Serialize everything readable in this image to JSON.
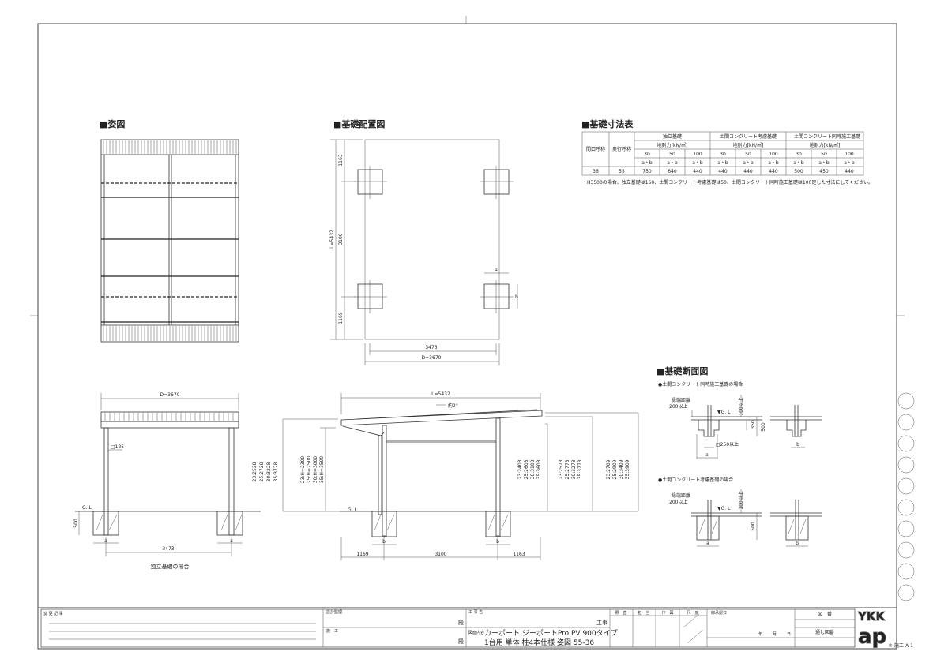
{
  "elevation_view": {
    "title": "■姿図"
  },
  "layout_view": {
    "title": "■基礎配置図",
    "dims": {
      "top": "1163",
      "mid": "3100",
      "bottom": "1169",
      "length": "L=5432",
      "inner_width": "3473",
      "depth": "D=3670",
      "a": "a",
      "b": "b"
    }
  },
  "dimension_table": {
    "title": "■基礎寸法表",
    "col_frontage": "間口呼称",
    "col_depth": "奥行呼称",
    "groups": [
      {
        "name": "独立基礎",
        "sub": "地耐力[kN/㎡]"
      },
      {
        "name": "土間コンクリート考慮基礎",
        "sub": "地耐力[kN/㎡]"
      },
      {
        "name": "土間コンクリート同時施工基礎",
        "sub": "地耐力[kN/㎡]"
      }
    ],
    "bearing": [
      "30",
      "50",
      "100",
      "30",
      "50",
      "100",
      "30",
      "50",
      "100"
    ],
    "ab_label": "a・b",
    "row": {
      "frontage": "36",
      "depth": "55",
      "values": [
        "750",
        "640",
        "440",
        "440",
        "440",
        "440",
        "500",
        "450",
        "440"
      ]
    },
    "note": "・H3500の場合、独立基礎は150、土間コンクリート考慮基礎は50、土間コンクリート同時施工基礎は100足した寸法にしてください。"
  },
  "front_elevation": {
    "depth": "D=3670",
    "post": "□125",
    "gl": "G. L",
    "found_depth": "500",
    "a": "a",
    "span": "3473",
    "caption": "独立基礎の場合",
    "heights": [
      "23:2528",
      "25:2728",
      "30:3228",
      "35:3728"
    ]
  },
  "side_elevation": {
    "length": "L=5432",
    "slope": "約2°",
    "gl": "G. L",
    "h_post": [
      "23:H=2300",
      "25:H=2500",
      "30:H=3000",
      "35:H=3500"
    ],
    "h_front": [
      "23:2403",
      "25:2603",
      "30:3103",
      "35:3603"
    ],
    "h_mid": [
      "23:2573",
      "25:2773",
      "30:3273",
      "35:3773"
    ],
    "h_top": [
      "23:2709",
      "25:2909",
      "30:3409",
      "35:3909"
    ],
    "spans": [
      "1169",
      "3100",
      "1163"
    ],
    "b": "b"
  },
  "section_view": {
    "title": "■基礎断面図",
    "case1": "●土間コンクリート同時施工基礎の場合",
    "case2": "●土間コンクリート考慮基礎の場合",
    "edge": "縁端距離",
    "edge2": "200以上",
    "gl": "▼G. L",
    "min100": "100以上",
    "d350": "350",
    "d500": "500",
    "sq250": "□250以上",
    "a": "a",
    "b": "b"
  },
  "title_block": {
    "change_log": "変 更 記 事",
    "design_supervisor": "設計監理",
    "honorific": "殿",
    "contractor": "施　工",
    "project_name_label": "工 事 名",
    "project_suffix": "工事",
    "drawing_content_label": "図面内容",
    "drawing_line1": "カーポート ジーポートPro PV 900タイプ",
    "drawing_line2": "1台用 単体 柱4本仕様 姿図 55-36",
    "approvals": [
      "照　査",
      "担　当",
      "作　図",
      "尺　度"
    ],
    "order_date_label": "御承認日",
    "date_units": [
      "年",
      "月",
      "日"
    ],
    "drawing_no_label": "図　番",
    "serial_label": "通し図番",
    "logo": "YKK ap",
    "sheet": "® 施工-A 1"
  }
}
